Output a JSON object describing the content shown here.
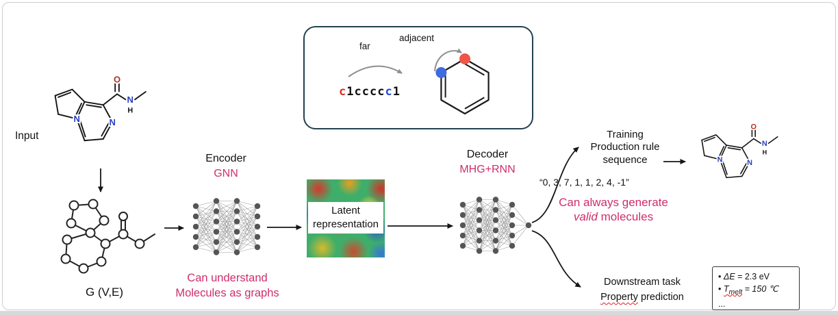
{
  "colors": {
    "pink": "#cf2d6b",
    "atom_nitrogen": "#2a3fc0",
    "atom_oxygen": "#b03024",
    "smiles_red": "#d93025",
    "smiles_blue": "#2a46d4",
    "dot_red": "#f05548",
    "dot_blue": "#3f6ae0"
  },
  "legend": {
    "far": "far",
    "adjacent": "adjacent",
    "smiles_red_c": "c",
    "smiles_mid": "1cccc",
    "smiles_blue_c": "c",
    "smiles_end": "1"
  },
  "input": {
    "label": "Input"
  },
  "molecule": {
    "n_ring1": "N",
    "n_ring2": "N",
    "o": "O",
    "n_amide": "N",
    "h": "H"
  },
  "graph": {
    "label": "G (V,E)"
  },
  "encoder": {
    "title": "Encoder",
    "subtitle": "GNN",
    "note1": "Can understand",
    "note2": "Molecules as graphs"
  },
  "latent": {
    "line1": "Latent",
    "line2": "representation"
  },
  "decoder": {
    "title": "Decoder",
    "subtitle": "MHG+RNN"
  },
  "training": {
    "line1": "Training",
    "line2": "Production rule",
    "line3": "sequence",
    "sequence": "“0, 3, 7, 1, 1, 2, 4, -1”",
    "claim1": "Can always generate",
    "claim2_italic": "valid",
    "claim2_rest": " molecules"
  },
  "downstream": {
    "line1": "Downstream task",
    "line2_word": "Property",
    "line2_rest": " prediction"
  },
  "props": {
    "bullet": "•",
    "p1_name": "ΔE",
    "p1_value": " = 2.3 eV",
    "p2_name": "T",
    "p2_sub": "melt",
    "p2_value": " = 150 ℃",
    "more": "..."
  }
}
